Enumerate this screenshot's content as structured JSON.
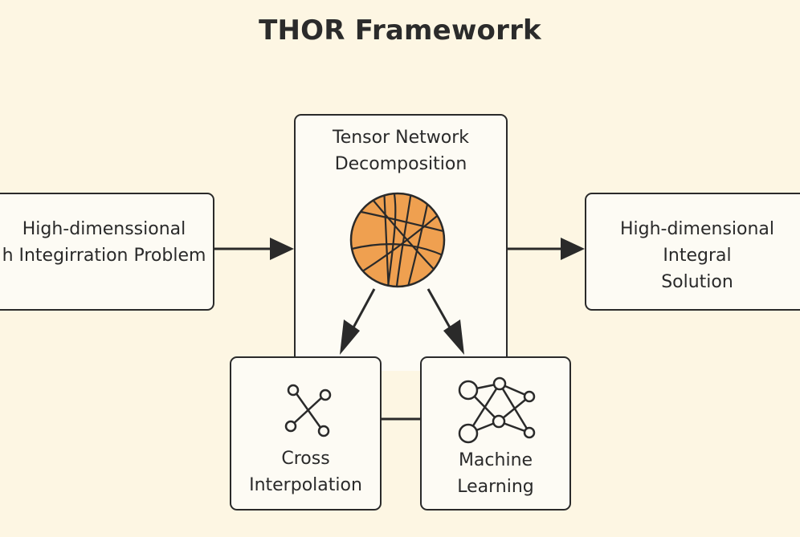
{
  "title": "THOR Frameworrk",
  "nodes": {
    "input": {
      "line1": "High-dimenssional",
      "line2": "h Integirration Problem"
    },
    "center": {
      "line1": "Tensor Network",
      "line2": "Decomposition",
      "icon": "tensor-network-sphere-icon"
    },
    "output": {
      "line1": "High-dimensional",
      "line2": "Integral",
      "line3": "Solution"
    },
    "cross": {
      "line1": "Cross",
      "line2": "Interpolation",
      "icon": "cross-interpolation-icon"
    },
    "ml": {
      "line1": "Machine",
      "line2": "Learning",
      "icon": "neural-network-icon"
    }
  },
  "colors": {
    "background": "#fdf6e3",
    "box_fill": "#fdfbf4",
    "stroke": "#2a2a2a",
    "sphere_fill": "#efa050"
  }
}
